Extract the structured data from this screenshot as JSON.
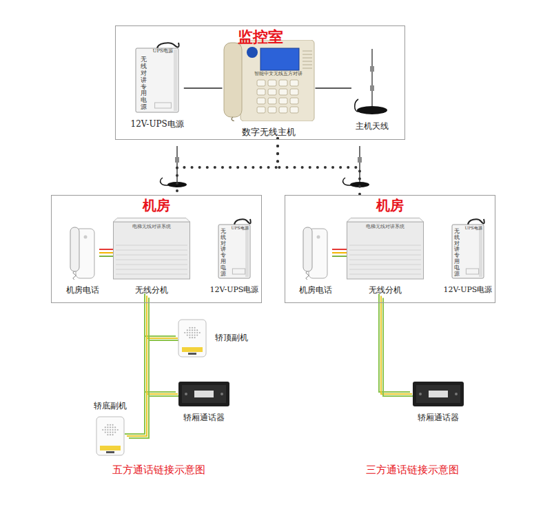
{
  "diagram": {
    "nodes": [
      {
        "text": [
          "监控室"
        ]
      },
      {
        "text": [
          "12V-UPS电源"
        ],
        "in": 0
      },
      {
        "text": [
          "数字无线主机"
        ],
        "in": 0
      },
      {
        "text": [
          "主机天线"
        ],
        "in": 0
      },
      {
        "text": [
          "机房"
        ]
      },
      {
        "text": [
          "机房电话"
        ],
        "in": 4
      },
      {
        "text": [
          "无线分机"
        ],
        "in": 4
      },
      {
        "text": [
          "12V-UPS电源"
        ],
        "in": 4
      },
      {
        "text": [
          "轿顶副机"
        ]
      },
      {
        "text": [
          "轿厢通话器"
        ]
      },
      {
        "text": [
          "轿底副机"
        ]
      },
      {
        "text": [
          "机房"
        ]
      },
      {
        "text": [
          "机房电话"
        ],
        "in": 11
      },
      {
        "text": [
          "无线分机"
        ],
        "in": 11
      },
      {
        "text": [
          "12V-UPS电源"
        ],
        "in": 11
      },
      {
        "text": [
          "轿厢通话器"
        ]
      }
    ],
    "edges": [
      {
        "from": 1,
        "to": 2,
        "arrow": "none"
      },
      {
        "from": 2,
        "to": 3,
        "arrow": "none"
      },
      {
        "from": 2,
        "to": 4,
        "arrow": "none"
      },
      {
        "from": 2,
        "to": 11,
        "arrow": "none"
      },
      {
        "from": 5,
        "to": 6,
        "arrow": "none"
      },
      {
        "from": 6,
        "to": 8,
        "arrow": "none"
      },
      {
        "from": 6,
        "to": 9,
        "arrow": "none"
      },
      {
        "from": 6,
        "to": 10,
        "arrow": "none"
      },
      {
        "from": 12,
        "to": 13,
        "arrow": "none"
      },
      {
        "from": 13,
        "to": 15,
        "arrow": "none"
      }
    ],
    "labels": [
      "UPS电源",
      "无线对讲专用电源",
      "智能中文无线五方对讲",
      "电梯无线对讲系统",
      "UPS电源",
      "无线对讲专用电源",
      "电梯无线对讲系统",
      "UPS电源",
      "无线对讲专用电源",
      "五方通话链接示意图",
      "三方通话链接示意图"
    ]
  }
}
